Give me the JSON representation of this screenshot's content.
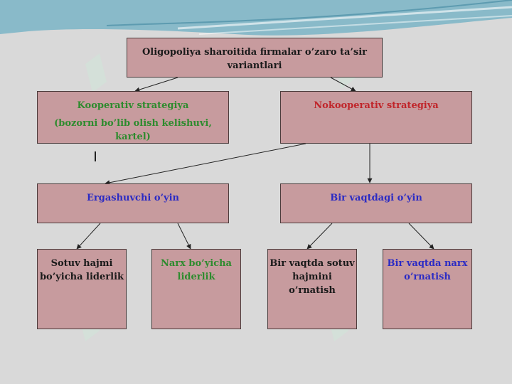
{
  "diagram": {
    "root": {
      "lines": [
        "Oligopoliya sharoitida firmalar o’zaro ta’sir",
        "variantlari"
      ]
    },
    "cooperative": {
      "title": "Kooperativ strategiya",
      "subtitle": "(bozorni bo’lib olish kelishuvi, kartel)"
    },
    "noncooperative": {
      "title": "Nokooperativ strategiya"
    },
    "follower_game": {
      "title": "Ergashuvchi o’yin"
    },
    "simultaneous_game": {
      "title": "Bir vaqtdagi o’yin"
    },
    "leaves": [
      {
        "lines": [
          "Sotuv hajmi",
          "bo’yicha liderlik"
        ],
        "color": "#1a1a1a"
      },
      {
        "lines": [
          "Narx bo’yicha",
          "liderlik"
        ],
        "color": "#2e8b2e"
      },
      {
        "lines": [
          "Bir vaqtda sotuv",
          "hajmini o’rnatish"
        ],
        "color": "#1a1a1a"
      },
      {
        "lines": [
          "Bir vaqtda narx",
          "o’rnatish"
        ],
        "color": "#2b2bc4"
      }
    ]
  },
  "colors": {
    "box_fill": "#c79b9e",
    "green_text": "#2e8b2e",
    "red_text": "#c0252a",
    "blue_text": "#2b2bc4"
  }
}
